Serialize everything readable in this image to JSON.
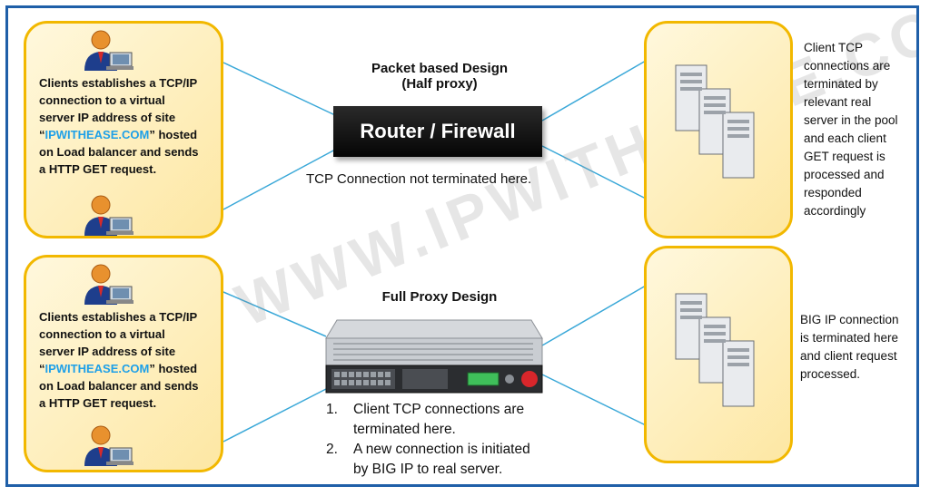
{
  "top_design": {
    "title_line1": "Packet based Design",
    "title_line2": "(Half proxy)",
    "device_label": "Router / Firewall",
    "note": "TCP Connection not terminated here."
  },
  "top_client": {
    "line1": "Clients establishes a TCP/IP",
    "line2": "connection to a virtual",
    "line3": "server IP address of site",
    "line4_open": "“",
    "site": "IPWITHEASE.COM",
    "line4_close": "” hosted",
    "line5": "on Load balancer and sends",
    "line6": "a HTTP GET request."
  },
  "bottom_client": {
    "line1": "Clients establishes a TCP/IP",
    "line2": "connection to a virtual",
    "line3": "server IP address of site",
    "line4_open": "“",
    "site": "IPWITHEASE.COM",
    "line4_close": "” hosted",
    "line5": "on Load balancer and sends",
    "line6": "a HTTP GET request."
  },
  "top_server_text": [
    "Client TCP",
    "connections are",
    "terminated by",
    "relevant real",
    "server in the pool",
    "and each client",
    "GET request is",
    "processed and",
    "responded",
    "accordingly"
  ],
  "bottom_design": {
    "title": "Full Proxy Design",
    "step1_num": "1.",
    "step1_line1": "Client TCP connections are",
    "step1_line2": "terminated here.",
    "step2_num": "2.",
    "step2_line1": "A new connection is initiated",
    "step2_line2": "by BIG IP to real server."
  },
  "bottom_server_text": [
    "BIG IP connection",
    "is terminated here",
    "and client request",
    "processed."
  ],
  "watermark": "WWW.IPWITHEASE.COM",
  "colors": {
    "frame": "#1f5fa8",
    "box_border": "#f2b800",
    "connector": "#3aa8d8",
    "accent": "#1ea0e8"
  }
}
